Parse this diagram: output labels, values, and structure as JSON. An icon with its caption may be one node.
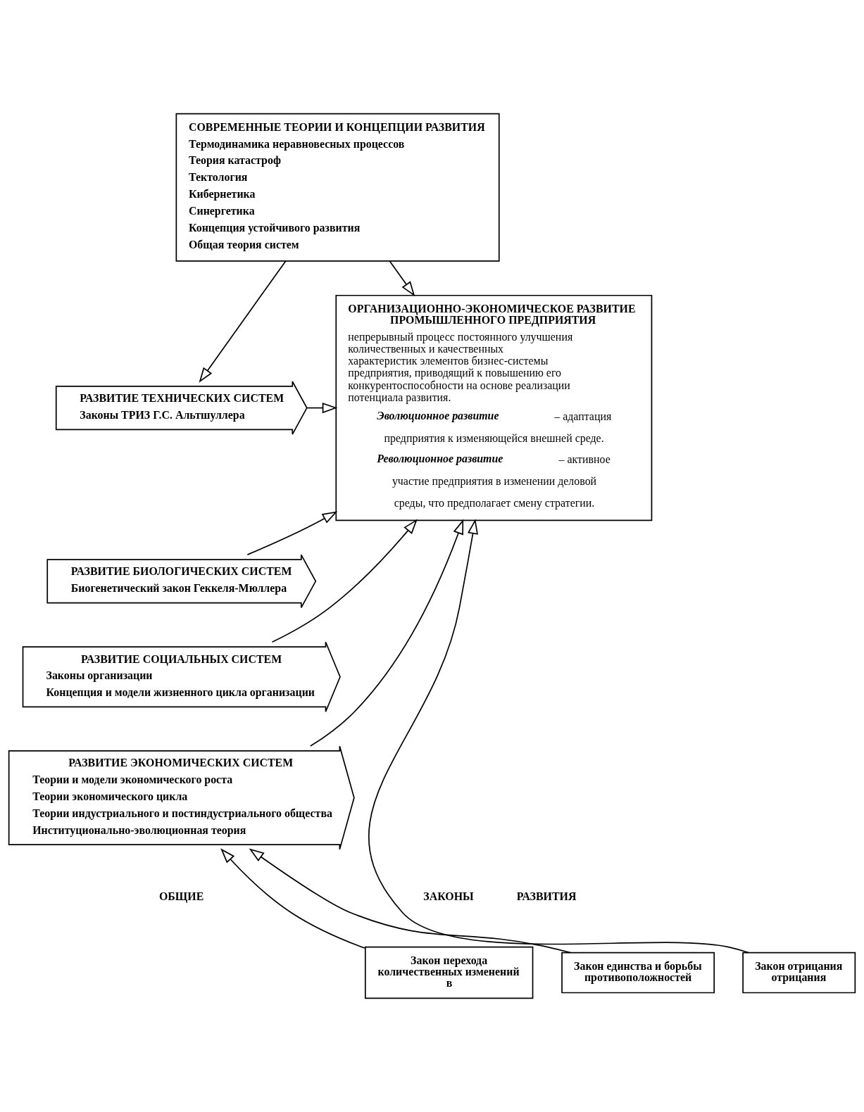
{
  "diagram": {
    "nodes": [
      {
        "text": [
          "СОВРЕМЕННЫЕ ТЕОРИИ И КОНЦЕПЦИИ РАЗВИТИЯ",
          "Термодинамика неравновесных процессов",
          "Теория катастроф",
          "Тектология",
          "Кибернетика",
          "Синергетика",
          "Концепция устойчивого развития",
          "Общая теория систем"
        ]
      },
      {
        "text": [
          "РАЗВИТИЕ ТЕХНИЧЕСКИХ СИСТЕМ",
          "Законы ТРИЗ Г.С. Альтшуллера"
        ]
      },
      {
        "text": [
          "РАЗВИТИЕ БИОЛОГИЧЕСКИХ СИСТЕМ",
          "Биогенетический закон Геккеля-Мюллера"
        ]
      },
      {
        "text": [
          "РАЗВИТИЕ СОЦИАЛЬНЫХ СИСТЕМ",
          "Законы организации",
          "Концепция и модели жизненного цикла организации"
        ]
      },
      {
        "text": [
          "РАЗВИТИЕ ЭКОНОМИЧЕСКИХ СИСТЕМ",
          "Теории и модели экономического роста",
          "Теории экономического цикла",
          "Теории индустриального и постиндустриального общества",
          "Институционально-эволюционная теория"
        ]
      },
      {
        "text": [
          "ОРГАНИЗАЦИОННО-ЭКОНОМИЧЕСКОЕ РАЗВИТИЕ ПРОМЫШЛЕННОГО ПРЕДПРИЯТИЯ",
          "непрерывный процесс постоянного улучшения количественных и качественных характеристик элементов бизнес-системы предприятия, приводящий к повышению его конкурентоспособности на основе реализации потенциала развития.",
          "*Эволюционное развитие* – адаптация предприятия к изменяющейся внешней среде.",
          "*Революционное развитие* – активное участие предприятия в изменении деловой среды, что предполагает смену стратегии."
        ]
      },
      {
        "text": [
          "Закон перехода количественных изменений в"
        ]
      },
      {
        "text": [
          "Закон единства и борьбы противоположностей"
        ]
      },
      {
        "text": [
          "Закон отрицания отрицания"
        ]
      }
    ],
    "edges": [
      {
        "from": 0,
        "to": 1,
        "arrow": "to"
      },
      {
        "from": 0,
        "to": 5,
        "arrow": "to"
      },
      {
        "from": 1,
        "to": 5,
        "arrow": "to"
      },
      {
        "from": 2,
        "to": 5,
        "arrow": "to"
      },
      {
        "from": 3,
        "to": 5,
        "arrow": "to"
      },
      {
        "from": 4,
        "to": 5,
        "arrow": "to"
      },
      {
        "from": 6,
        "to": 4,
        "arrow": "to"
      },
      {
        "from": 7,
        "to": 4,
        "arrow": "to"
      },
      {
        "from": 8,
        "to": 5,
        "arrow": "to"
      }
    ],
    "labels": [
      "ОБЩИЕ",
      "ЗАКОНЫ",
      "РАЗВИТИЯ"
    ]
  }
}
